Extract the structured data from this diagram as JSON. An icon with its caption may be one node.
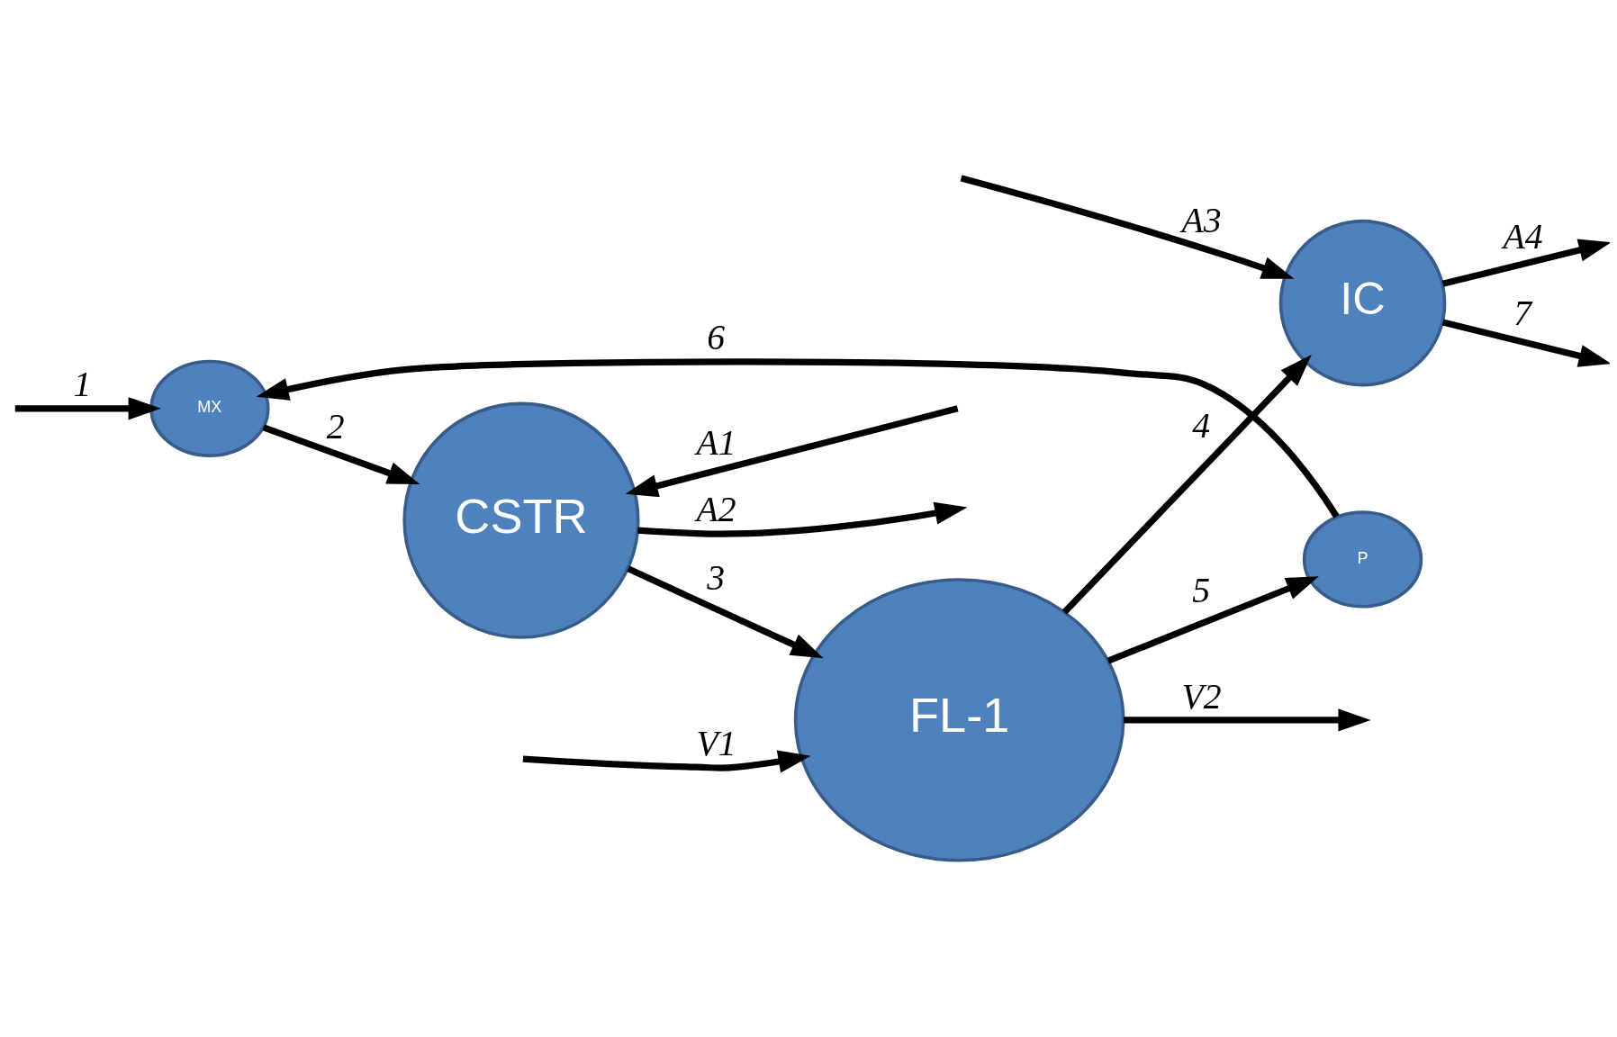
{
  "diagram": {
    "nodes": [
      {
        "text": [
          "MX"
        ]
      },
      {
        "text": [
          "CSTR"
        ]
      },
      {
        "text": [
          "FL-1"
        ]
      },
      {
        "text": [
          "IC"
        ]
      },
      {
        "text": [
          "P"
        ]
      }
    ],
    "edges": [
      {
        "from": null,
        "to": 0,
        "arrow": "to",
        "label": "1"
      },
      {
        "from": 0,
        "to": 1,
        "arrow": "to",
        "label": "2"
      },
      {
        "from": null,
        "to": 1,
        "arrow": "to",
        "label": "A1"
      },
      {
        "from": 1,
        "to": null,
        "arrow": "to",
        "label": "A2"
      },
      {
        "from": 1,
        "to": 2,
        "arrow": "to",
        "label": "3"
      },
      {
        "from": 2,
        "to": 3,
        "arrow": "to",
        "label": "4"
      },
      {
        "from": null,
        "to": 2,
        "arrow": "to",
        "label": "V1"
      },
      {
        "from": 2,
        "to": null,
        "arrow": "to",
        "label": "V2"
      },
      {
        "from": 2,
        "to": 4,
        "arrow": "to",
        "label": "5"
      },
      {
        "from": 4,
        "to": 0,
        "arrow": "to",
        "label": "6"
      },
      {
        "from": null,
        "to": 3,
        "arrow": "to",
        "label": "A3"
      },
      {
        "from": 3,
        "to": null,
        "arrow": "to",
        "label": "A4"
      },
      {
        "from": 3,
        "to": null,
        "arrow": "to",
        "label": "7"
      }
    ]
  }
}
